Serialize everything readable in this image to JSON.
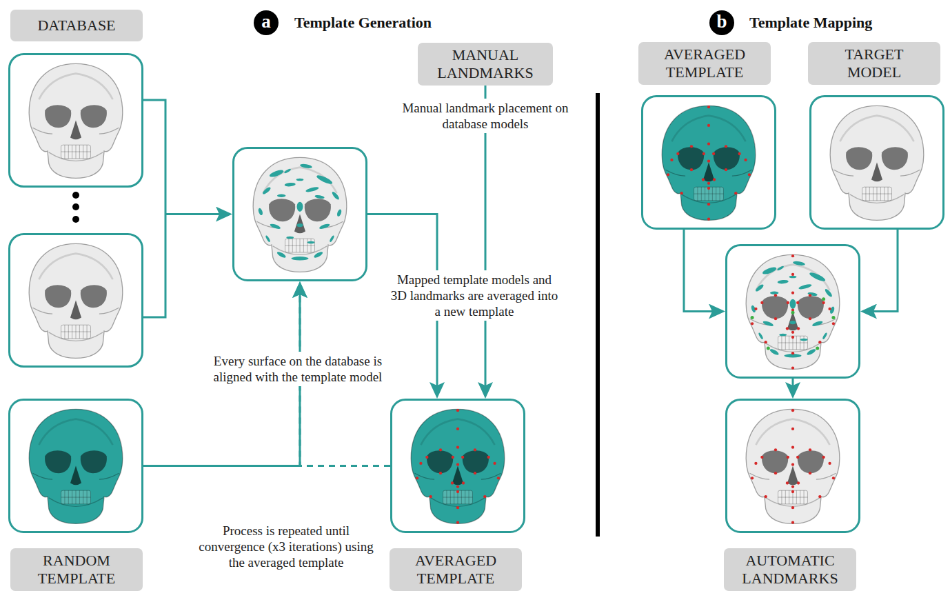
{
  "diagram": {
    "nodes": [
      {
        "text": [
          "DATABASE"
        ]
      },
      {
        "text": []
      },
      {
        "text": [
          "RANDOM TEMPLATE"
        ]
      },
      {
        "text": [
          "MANUAL LANDMARKS"
        ]
      },
      {
        "text": [
          "AVERAGED TEMPLATE"
        ]
      },
      {
        "text": [
          "AVERAGED TEMPLATE"
        ]
      },
      {
        "text": [
          "TARGET MODEL"
        ]
      },
      {
        "text": []
      },
      {
        "text": [
          "AUTOMATIC LANDMARKS"
        ]
      }
    ],
    "edges": [
      {
        "from": 0,
        "to": 1,
        "arrow": "to"
      },
      {
        "from": 2,
        "to": 1,
        "arrow": "to"
      },
      {
        "from": 1,
        "to": 4,
        "arrow": "to"
      },
      {
        "from": 3,
        "to": 4,
        "arrow": "to"
      },
      {
        "from": 4,
        "to": 1,
        "arrow": "to"
      },
      {
        "from": 5,
        "to": 7,
        "arrow": "to"
      },
      {
        "from": 6,
        "to": 7,
        "arrow": "to"
      },
      {
        "from": 7,
        "to": 8,
        "arrow": "to"
      }
    ],
    "labels": [
      "a",
      "Template Generation",
      "b",
      "Template Mapping",
      "Every surface on the database is aligned with the template model",
      "Mapped template models and 3D landmarks are averaged into a new template",
      "Manual landmark placement on database models",
      "Process is repeated until convergence (x3 iterations) using the averaged template"
    ]
  }
}
